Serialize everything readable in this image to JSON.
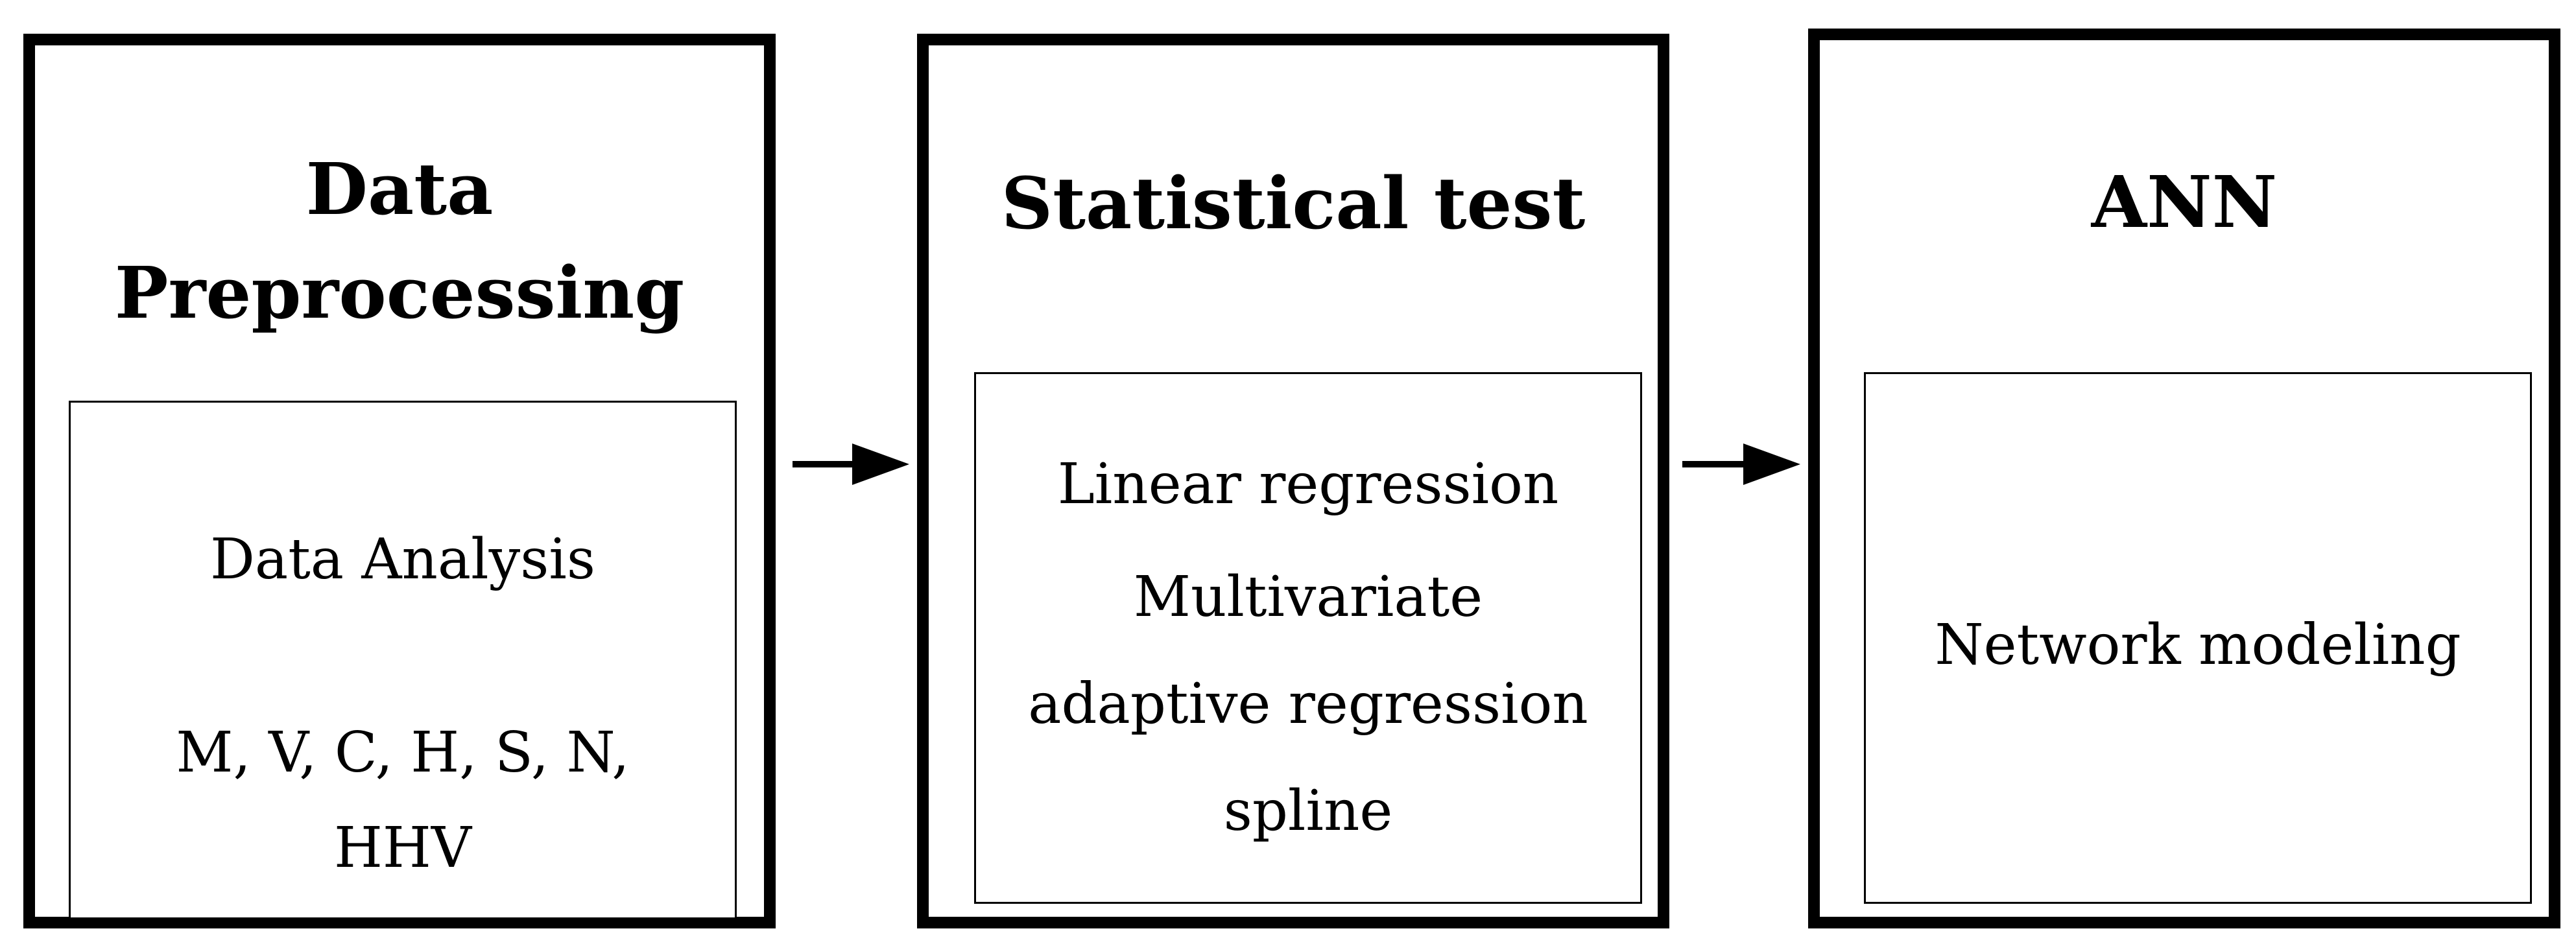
{
  "stages": [
    {
      "title_lines": [
        "Data",
        "Preprocessing"
      ],
      "body_lines": [
        "Data Analysis",
        "",
        "M, V, C, H, S, N,",
        "HHV"
      ]
    },
    {
      "title_lines": [
        "Statistical test"
      ],
      "body_lines": [
        "Linear regression",
        "Multivariate",
        "adaptive regression",
        "spline"
      ]
    },
    {
      "title_lines": [
        "ANN"
      ],
      "body_lines": [
        "Network modeling"
      ]
    }
  ],
  "colors": {
    "stroke": "#000000",
    "background": "#ffffff"
  }
}
